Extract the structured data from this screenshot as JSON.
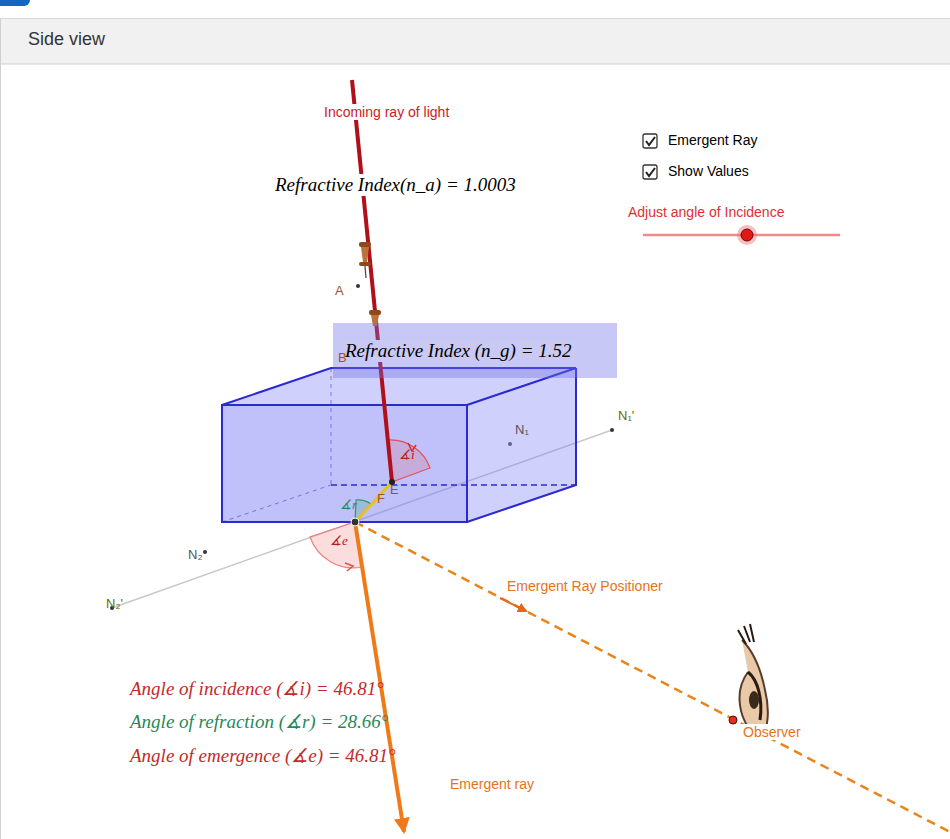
{
  "diagram": {
    "title": "Side view",
    "nodes": [
      {
        "text": [
          "Refractive Index (n_g) = 1.52"
        ]
      }
    ],
    "labels": [
      "Incoming ray of light",
      "Refractive Index(n_a) = 1.0003",
      "Emergent Ray",
      "Show Values",
      "Adjust angle of Incidence",
      "A",
      "B",
      "∡i",
      "E",
      "N₁",
      "N₁'",
      "∡r",
      "F",
      "N₂",
      "N₂'",
      "∡e",
      "Emergent Ray Positioner",
      "Observer",
      "Angle of incidence (∡i) = 46.81°",
      "Angle of refraction (∡r) = 28.66°",
      "Angle of emergence (∡e) = 46.81°",
      "Emergent ray"
    ]
  }
}
